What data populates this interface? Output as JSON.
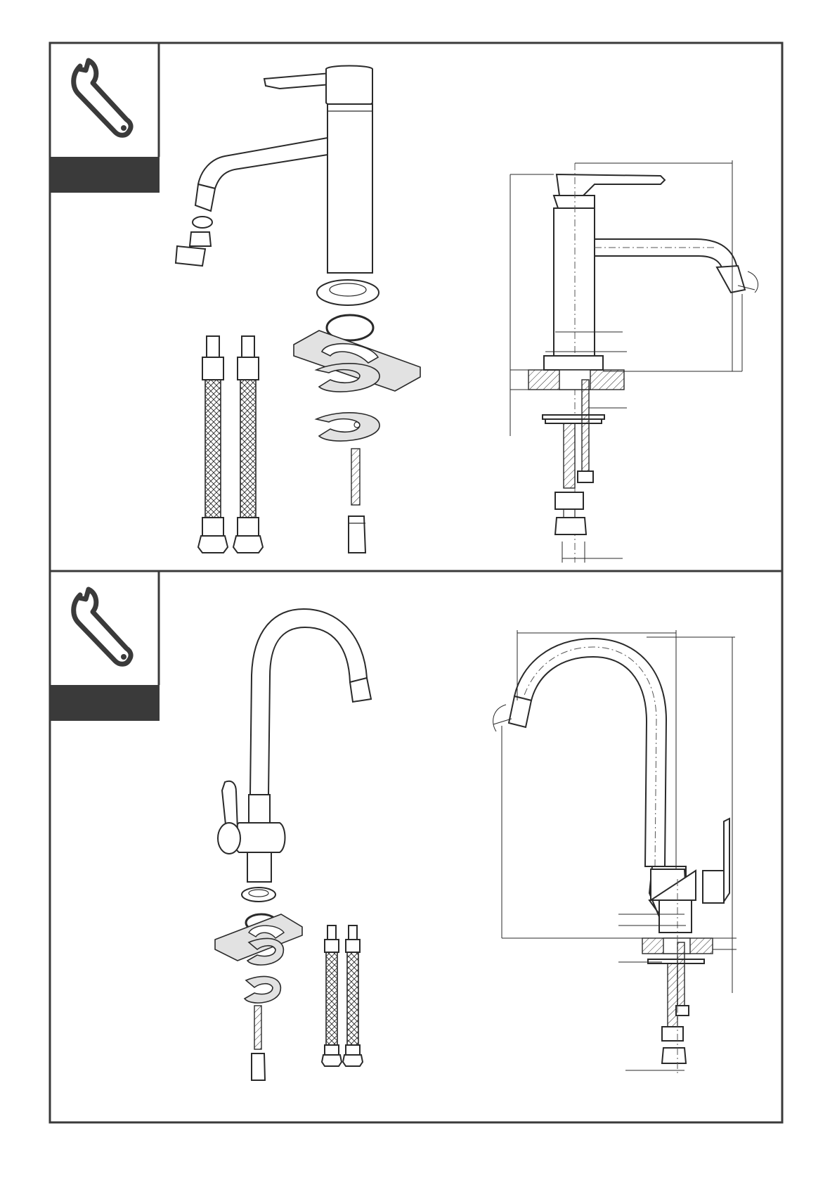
{
  "colors": {
    "line": "#2a2a2a",
    "tool_bar": "#3a3a3a",
    "part_fill": "#e2e2e2",
    "background": "#ffffff"
  },
  "panels": [
    {
      "id": "basin-mixer",
      "icon": "wrench-icon",
      "views": [
        "exploded-parts-view",
        "dimension-drawing"
      ]
    },
    {
      "id": "kitchen-mixer",
      "icon": "wrench-icon",
      "views": [
        "exploded-parts-view",
        "dimension-drawing"
      ]
    }
  ]
}
